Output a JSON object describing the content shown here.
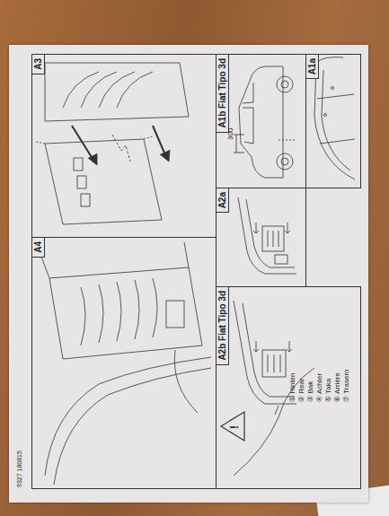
{
  "diagram": {
    "nodes": [
      {
        "text": [
          "A1a"
        ]
      },
      {
        "text": [
          "A1b Fiat Tipo 3d"
        ]
      },
      {
        "text": [
          "A2a"
        ]
      },
      {
        "text": [
          "A2b Fiat Tipo 3d"
        ]
      },
      {
        "text": [
          "A3"
        ]
      },
      {
        "text": [
          "A4"
        ]
      }
    ],
    "labels": [
      "300",
      "!",
      "① Hinten",
      "② Rear",
      "③ Bak",
      "④ Achter",
      "⑤ Taka",
      "⑥ Arrière",
      "⑦ Trasero",
      "9327 180815"
    ]
  }
}
